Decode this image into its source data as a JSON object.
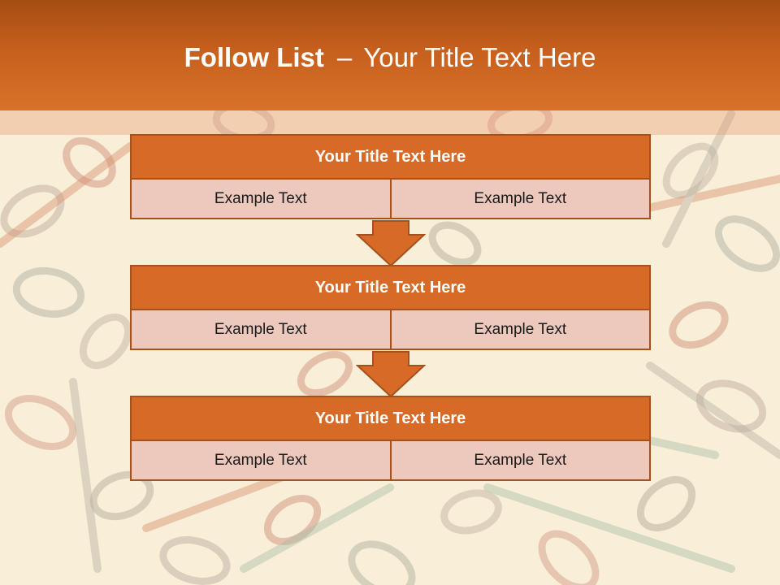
{
  "slide": {
    "title_bold": "Follow List",
    "title_sep": "–",
    "title_rest": "Your Title Text Here"
  },
  "colors": {
    "header": "#c75f1d",
    "block_title": "#d76a26",
    "cell": "#edc9bd",
    "border": "#a5511c",
    "background": "#f9efd8"
  },
  "blocks": [
    {
      "title": "Your Title Text Here",
      "left": "Example Text",
      "right": "Example Text"
    },
    {
      "title": "Your Title Text Here",
      "left": "Example Text",
      "right": "Example Text"
    },
    {
      "title": "Your Title Text Here",
      "left": "Example Text",
      "right": "Example Text"
    }
  ]
}
